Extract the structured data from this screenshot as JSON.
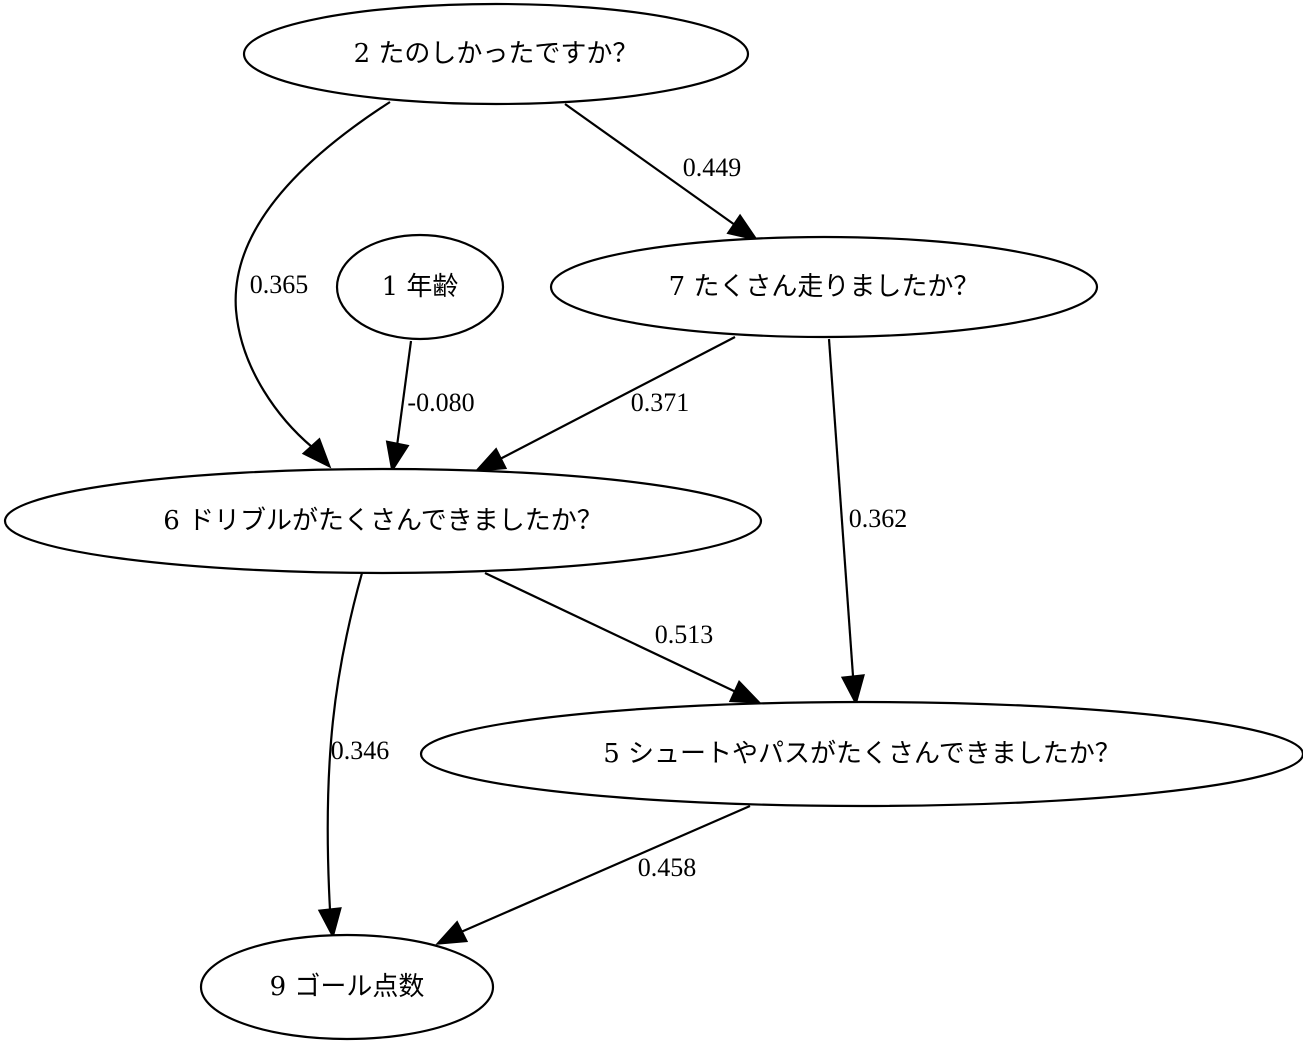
{
  "diagram": {
    "type": "directed-graph",
    "nodes": [
      {
        "id": "n2",
        "label": "2 たのしかったですか？"
      },
      {
        "id": "n1",
        "label": "1 年齢"
      },
      {
        "id": "n7",
        "label": "7 たくさん走りましたか？"
      },
      {
        "id": "n6",
        "label": "6 ドリブルがたくさんできましたか？"
      },
      {
        "id": "n5",
        "label": "5 シュートやパスがたくさんできましたか？"
      },
      {
        "id": "n9",
        "label": "9 ゴール点数"
      }
    ],
    "edges": [
      {
        "id": "e2_7",
        "from": "n2",
        "to": "n7",
        "weight": "0.449"
      },
      {
        "id": "e2_6",
        "from": "n2",
        "to": "n6",
        "weight": "0.365"
      },
      {
        "id": "e1_6",
        "from": "n1",
        "to": "n6",
        "weight": "-0.080"
      },
      {
        "id": "e7_6",
        "from": "n7",
        "to": "n6",
        "weight": "0.371"
      },
      {
        "id": "e7_5",
        "from": "n7",
        "to": "n5",
        "weight": "0.362"
      },
      {
        "id": "e6_5",
        "from": "n6",
        "to": "n5",
        "weight": "0.513"
      },
      {
        "id": "e6_9",
        "from": "n6",
        "to": "n9",
        "weight": "0.346"
      },
      {
        "id": "e5_9",
        "from": "n5",
        "to": "n9",
        "weight": "0.458"
      }
    ]
  }
}
